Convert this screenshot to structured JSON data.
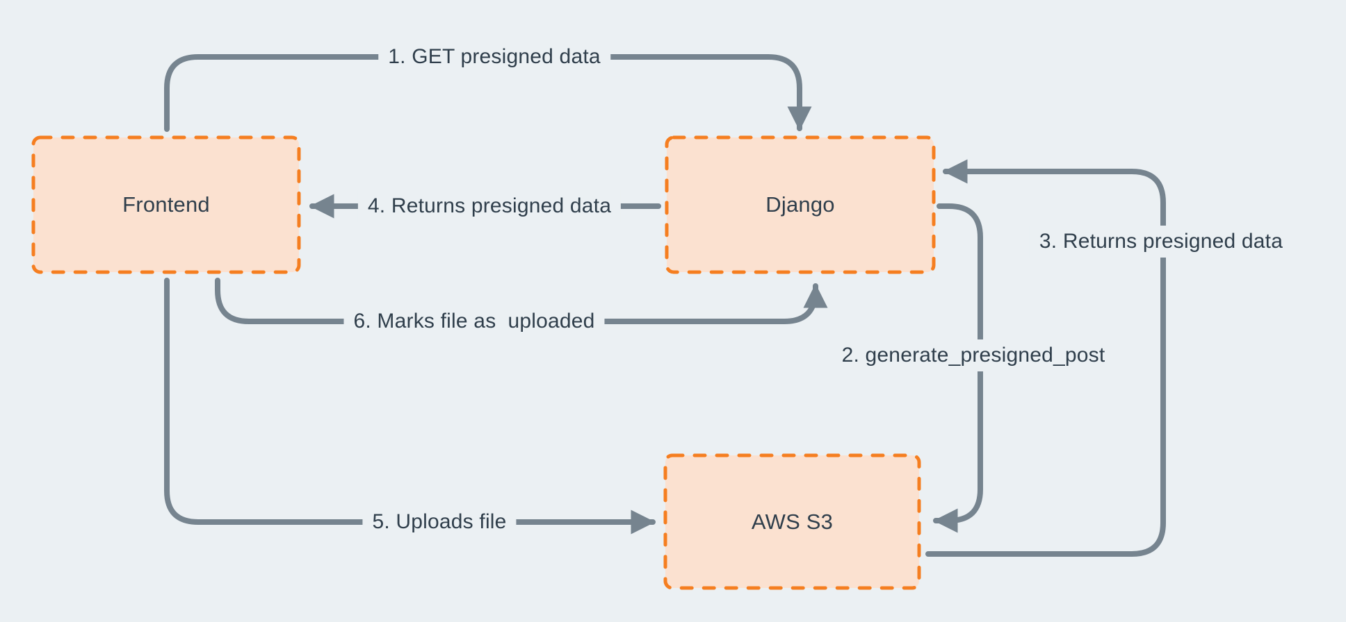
{
  "diagram_type": "flow-diagram",
  "nodes": {
    "frontend": {
      "label": "Frontend"
    },
    "django": {
      "label": "Django"
    },
    "aws_s3": {
      "label": "AWS S3"
    }
  },
  "edges": {
    "e1": {
      "label": "1. GET presigned data",
      "from": "Frontend",
      "to": "Django",
      "arrow": "into Django top"
    },
    "e2": {
      "label": "2. generate_presigned_post",
      "from": "Django",
      "to": "AWS S3",
      "arrow": "into AWS S3 right side"
    },
    "e3": {
      "label": "3. Returns presigned data",
      "from": "AWS S3",
      "to": "Django",
      "arrow": "into Django right side"
    },
    "e4": {
      "label": "4. Returns presigned data",
      "from": "Django",
      "to": "Frontend",
      "arrow": "into Frontend right side"
    },
    "e5": {
      "label": "5. Uploads file",
      "from": "Frontend",
      "to": "AWS S3",
      "arrow": "into AWS S3 left side"
    },
    "e6": {
      "label": "6. Marks file as  uploaded",
      "from": "Frontend",
      "to": "Django",
      "arrow": "into Django bottom"
    }
  },
  "colors": {
    "background": "#EBF0F3",
    "node_fill": "#FBE1D0",
    "node_border": "#F57E20",
    "connector": "#76848F",
    "text": "#2F3E4B"
  }
}
